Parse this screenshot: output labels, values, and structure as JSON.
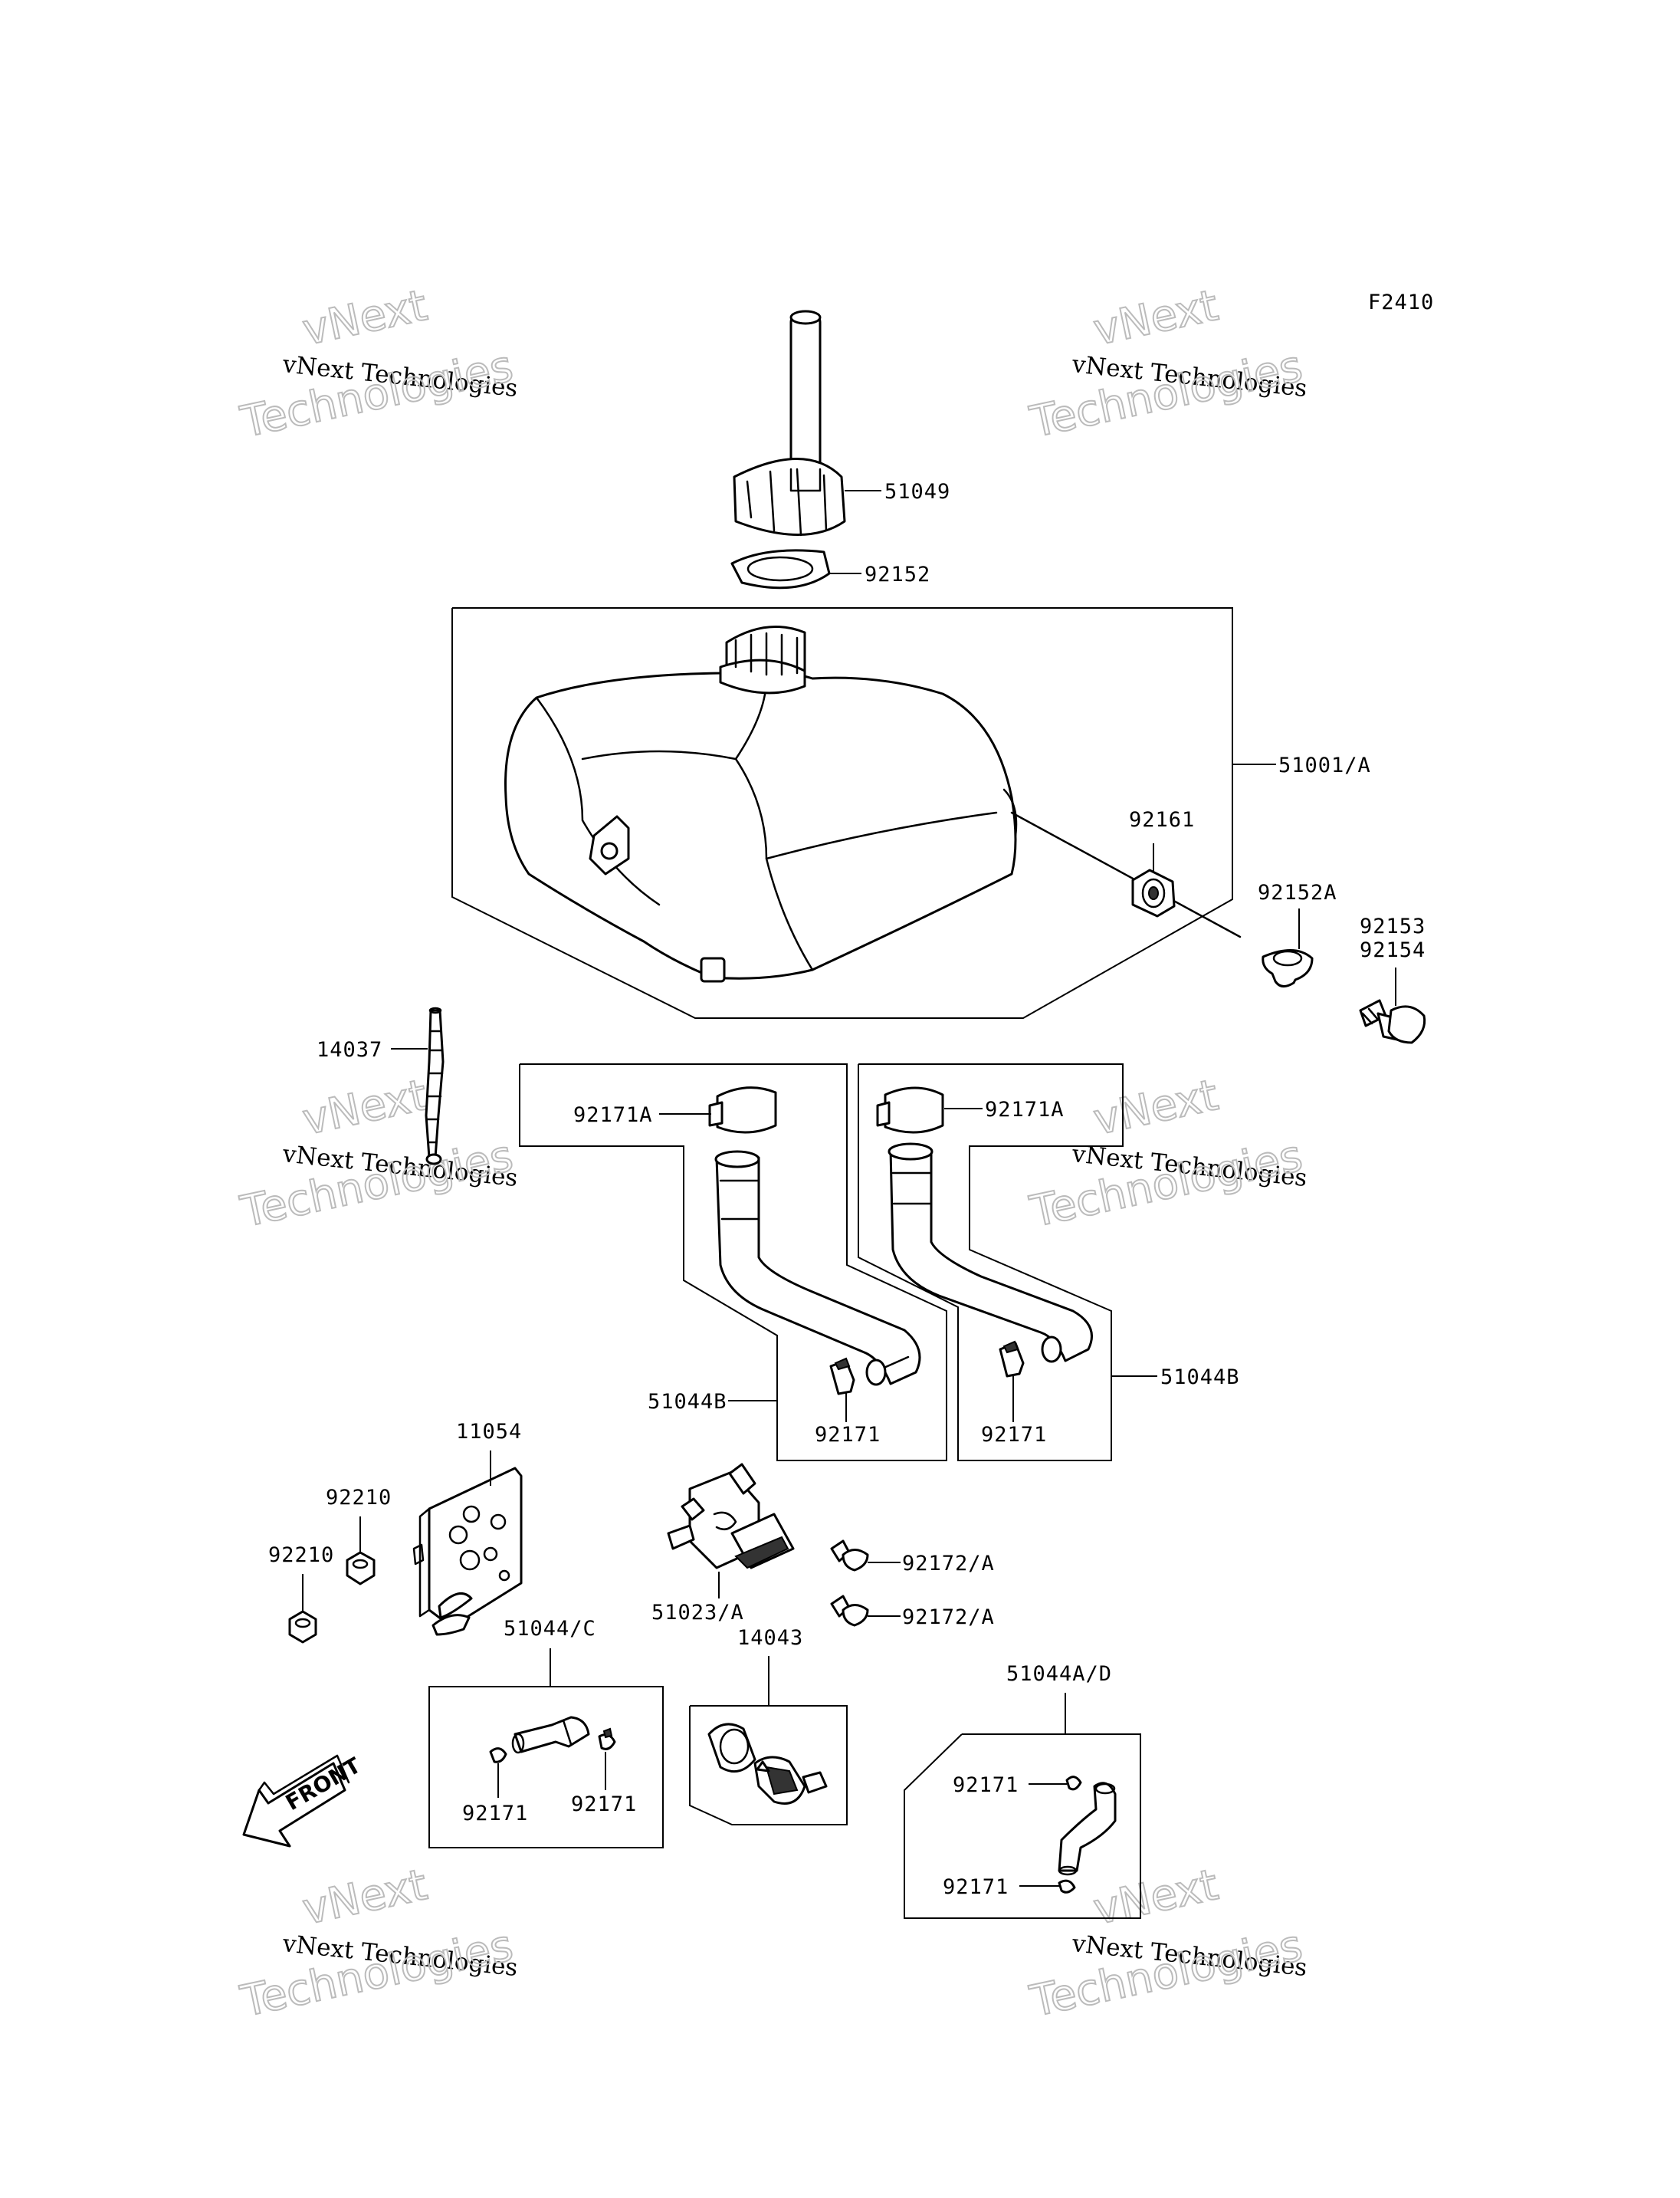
{
  "figure_code": "F2410",
  "watermark": {
    "line1": "vNext",
    "line2": "vNext Technologies",
    "line3": "Technologies"
  },
  "front_arrow_label": "FRONT",
  "part_labels": {
    "p51049": "51049",
    "p92152": "92152",
    "p51001A": "51001/A",
    "p92161": "92161",
    "p92152A": "92152A",
    "p92153": "92153",
    "p92154": "92154",
    "p14037": "14037",
    "p92171A_left": "92171A",
    "p92171A_right": "92171A",
    "p51044B_left": "51044B",
    "p51044B_right": "51044B",
    "p92171_b1": "92171",
    "p92171_b2": "92171",
    "p11054": "11054",
    "p92210_a": "92210",
    "p92210_b": "92210",
    "p51023A": "51023/A",
    "p92172A_a": "92172/A",
    "p92172A_b": "92172/A",
    "p51044C": "51044/C",
    "p14043": "14043",
    "p51044AD": "51044A/D",
    "p92171_c1": "92171",
    "p92171_c2": "92171",
    "p92171_d1": "92171",
    "p92171_d2": "92171"
  }
}
